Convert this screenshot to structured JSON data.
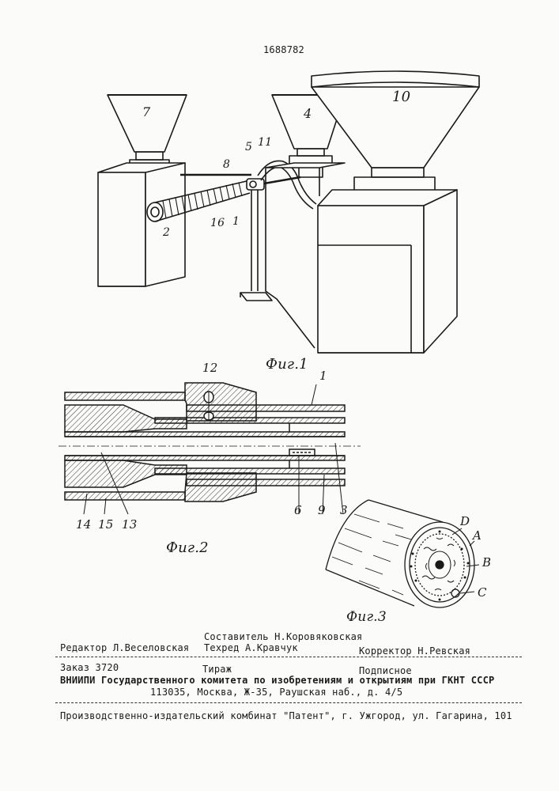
{
  "document": {
    "patent_number": "1688782"
  },
  "figures": {
    "fig1": {
      "caption": "Фиг.1",
      "labels": {
        "l7": "7",
        "l4": "4",
        "l10": "10",
        "l8": "8",
        "l5": "5",
        "l11": "11",
        "l2": "2",
        "l16": "16",
        "l1": "1"
      }
    },
    "fig2": {
      "caption": "Фиг.2",
      "labels": {
        "l12": "12",
        "l1": "1",
        "l14": "14",
        "l15": "15",
        "l13": "13",
        "l6": "6",
        "l9": "9",
        "l3": "3"
      }
    },
    "fig3": {
      "caption": "Фиг.3",
      "labels": {
        "lD": "D",
        "lA": "A",
        "lB": "B",
        "lC": "C"
      }
    }
  },
  "colophon": {
    "editor": "Редактор Л.Веселовская",
    "compiler": "Составитель Н.Коровяковская",
    "techred": "Техред А.Кравчук",
    "corrector": "Корректор Н.Ревская",
    "order": "Заказ 3720",
    "circulation": "Тираж",
    "subscription": "Подписное",
    "institute": "ВНИИПИ Государственного комитета по изобретениям и открытиям при ГКНТ СССР",
    "address": "113035, Москва, Ж-35, Раушская наб., д. 4/5",
    "printer": "Производственно-издательский комбинат \"Патент\", г. Ужгород, ул. Гагарина, 101"
  }
}
